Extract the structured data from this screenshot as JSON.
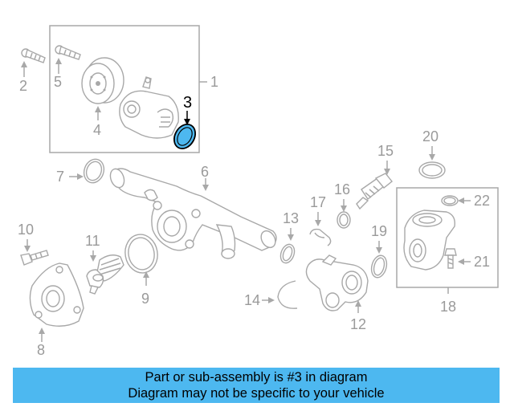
{
  "callouts": {
    "c1": "1",
    "c2": "2",
    "c3": "3",
    "c4": "4",
    "c5": "5",
    "c6": "6",
    "c7": "7",
    "c8": "8",
    "c9": "9",
    "c10": "10",
    "c11": "11",
    "c12": "12",
    "c13": "13",
    "c14": "14",
    "c15": "15",
    "c16": "16",
    "c17": "17",
    "c18": "18",
    "c19": "19",
    "c20": "20",
    "c21": "21",
    "c22": "22"
  },
  "highlight": {
    "part": "3",
    "color": "#4db8f0"
  },
  "banner": {
    "line1": "Part or sub-assembly is #3 in diagram",
    "line2": "Diagram may not be specific to your vehicle",
    "color": "#4db8f0"
  }
}
